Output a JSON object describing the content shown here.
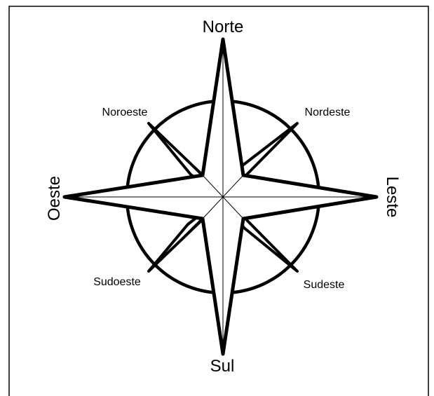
{
  "diagram": {
    "title": "",
    "directions": {
      "north": "Norte",
      "south": "Sul",
      "east": "Leste",
      "west": "Oeste",
      "northeast": "Nordeste",
      "northwest": "Noroeste",
      "southeast": "Sudeste",
      "southwest": "Sudoeste"
    }
  }
}
